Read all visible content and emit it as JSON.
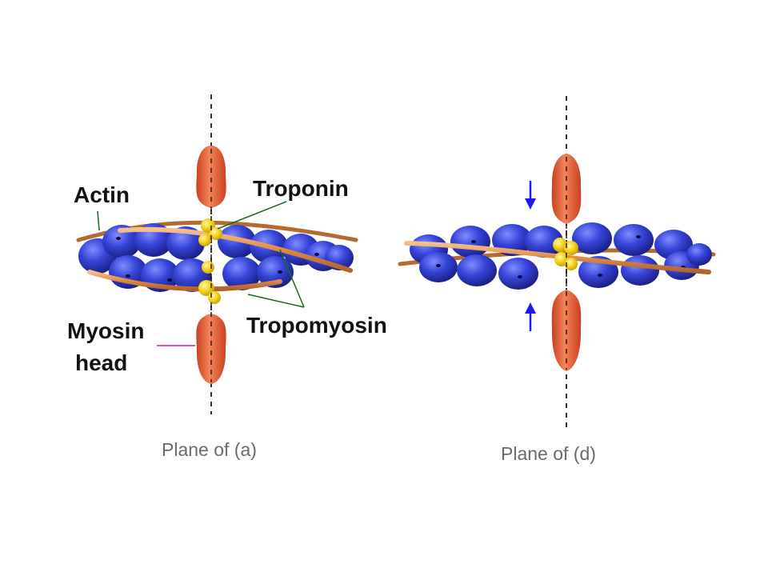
{
  "diagram": {
    "labels": {
      "actin": "Actin",
      "troponin": "Troponin",
      "tropomyosin": "Tropomyosin",
      "myosin_head_line1": "Myosin",
      "myosin_head_line2": "head"
    },
    "captions": {
      "left": "Plane of (a)",
      "right": "Plane of (d)"
    },
    "colors": {
      "actin_blue": "#2f3fd0",
      "actin_dark": "#1a1f8a",
      "tropomyosin_orange": "#e29a5c",
      "troponin_yellow": "#f2d21e",
      "myosin_red": "#e8603a",
      "arrow_blue": "#1a1aff",
      "leader_green": "#1c6b1c",
      "leader_magenta": "#d01fb0"
    }
  }
}
